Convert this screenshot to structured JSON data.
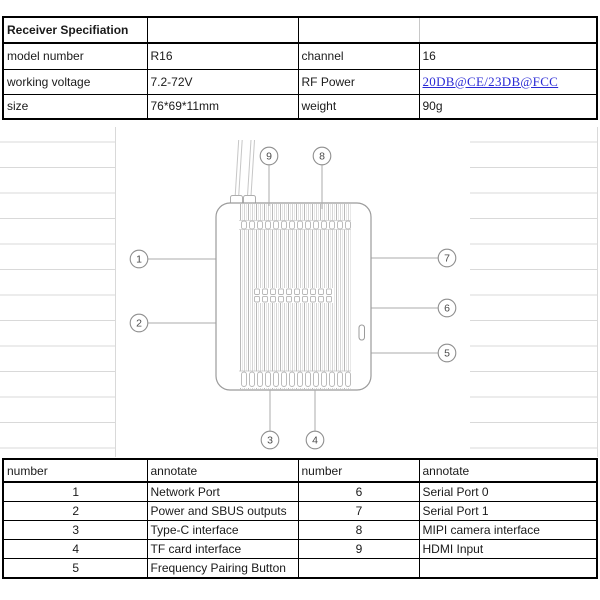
{
  "colors": {
    "link_blue": "#2b2bd5",
    "table_border": "#000000",
    "gridline": "#d9d9d9",
    "diagram_line": "#9b9b9b"
  },
  "spec_table": {
    "title": "Receiver Specifiation",
    "rows": [
      {
        "label_left": "model number",
        "value_left": "R16",
        "label_right": "channel",
        "value_right": "16"
      },
      {
        "label_left": "working voltage",
        "value_left": "7.2-72V",
        "label_right": "RF Power",
        "value_right": "20DB@CE/23DB@FCC"
      },
      {
        "label_left": "size",
        "value_left": "76*69*11mm",
        "label_right": "weight",
        "value_right": "90g"
      }
    ]
  },
  "port_table": {
    "headers": [
      "number",
      "annotate",
      "number",
      "annotate"
    ],
    "rows": [
      [
        "1",
        "Network Port",
        "6",
        "Serial Port 0"
      ],
      [
        "2",
        "Power and SBUS outputs",
        "7",
        "Serial Port 1"
      ],
      [
        "3",
        "Type-C interface",
        "8",
        "MIPI camera interface"
      ],
      [
        "4",
        "TF card interface",
        "9",
        "HDMI Input"
      ],
      [
        "5",
        "Frequency Pairing Button",
        "",
        ""
      ]
    ]
  },
  "diagram": {
    "callout_numbers": [
      "1",
      "2",
      "3",
      "4",
      "5",
      "6",
      "7",
      "8",
      "9"
    ]
  }
}
